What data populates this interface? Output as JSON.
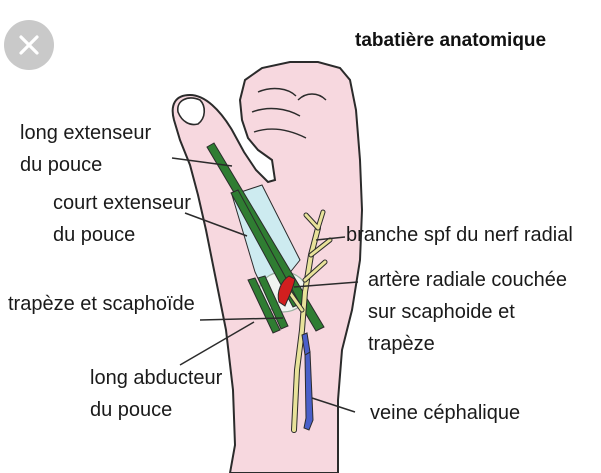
{
  "header": {
    "title": "tabatière anatomique"
  },
  "controls": {
    "close_icon": "close-icon"
  },
  "colors": {
    "skin": "#f7d8df",
    "outline": "#2b2b2b",
    "tendon": "#2f7d32",
    "nerve": "#e8e29a",
    "artery": "#d21f1f",
    "vein": "#4a5fc9",
    "snuffbox": "#cdebf0",
    "close_button_bg": "#c9c9c9"
  },
  "labels": {
    "long_extenseur": [
      "long extenseur",
      "du pouce"
    ],
    "court_extenseur": [
      "court extenseur",
      "du pouce"
    ],
    "trapeze_scaphoide": "trapèze et scaphoïde",
    "long_abducteur": [
      "long abducteur",
      "du pouce"
    ],
    "branche_nerf": "branche spf du nerf radial",
    "artere_radiale": [
      "artère radiale couchée",
      "sur scaphoide et",
      "trapèze"
    ],
    "veine_cephalique": "veine céphalique"
  }
}
